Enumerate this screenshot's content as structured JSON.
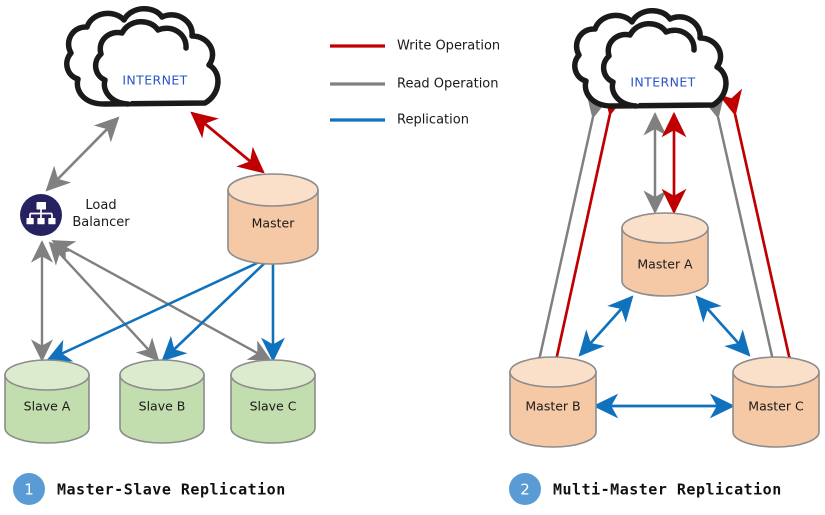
{
  "legend": {
    "items": [
      {
        "label": "Write Operation",
        "color": "#C00000",
        "icon": "line-swatch-icon"
      },
      {
        "label": "Read Operation",
        "color": "#808080",
        "icon": "line-swatch-icon"
      },
      {
        "label": "Replication",
        "color": "#1072BC",
        "icon": "line-swatch-icon"
      }
    ]
  },
  "colors": {
    "write": "#C00000",
    "read": "#808080",
    "replication": "#1072BC",
    "cloud_outline": "#1a1a1a",
    "cloud_text": "#2a54c8",
    "db_orange_fill": "#F6C9A6",
    "db_orange_top": "#FADFC9",
    "db_orange_stroke": "#8C8C8C",
    "db_green_fill": "#C2DDAE",
    "db_green_top": "#DCEBCE",
    "db_green_stroke": "#8C8C8C",
    "load_balancer": "#262262",
    "badge": "#5B9BD5"
  },
  "diagrams": [
    {
      "id": "master-slave",
      "badge": "1",
      "caption": "Master-Slave Replication",
      "cloud": {
        "label": "INTERNET"
      },
      "load_balancer": {
        "line1": "Load",
        "line2": "Balancer"
      },
      "master": {
        "label": "Master"
      },
      "slaves": [
        {
          "label": "Slave A"
        },
        {
          "label": "Slave B"
        },
        {
          "label": "Slave C"
        }
      ]
    },
    {
      "id": "multi-master",
      "badge": "2",
      "caption": "Multi-Master Replication",
      "cloud": {
        "label": "INTERNET"
      },
      "masters": [
        {
          "label": "Master A"
        },
        {
          "label": "Master B"
        },
        {
          "label": "Master C"
        }
      ]
    }
  ]
}
